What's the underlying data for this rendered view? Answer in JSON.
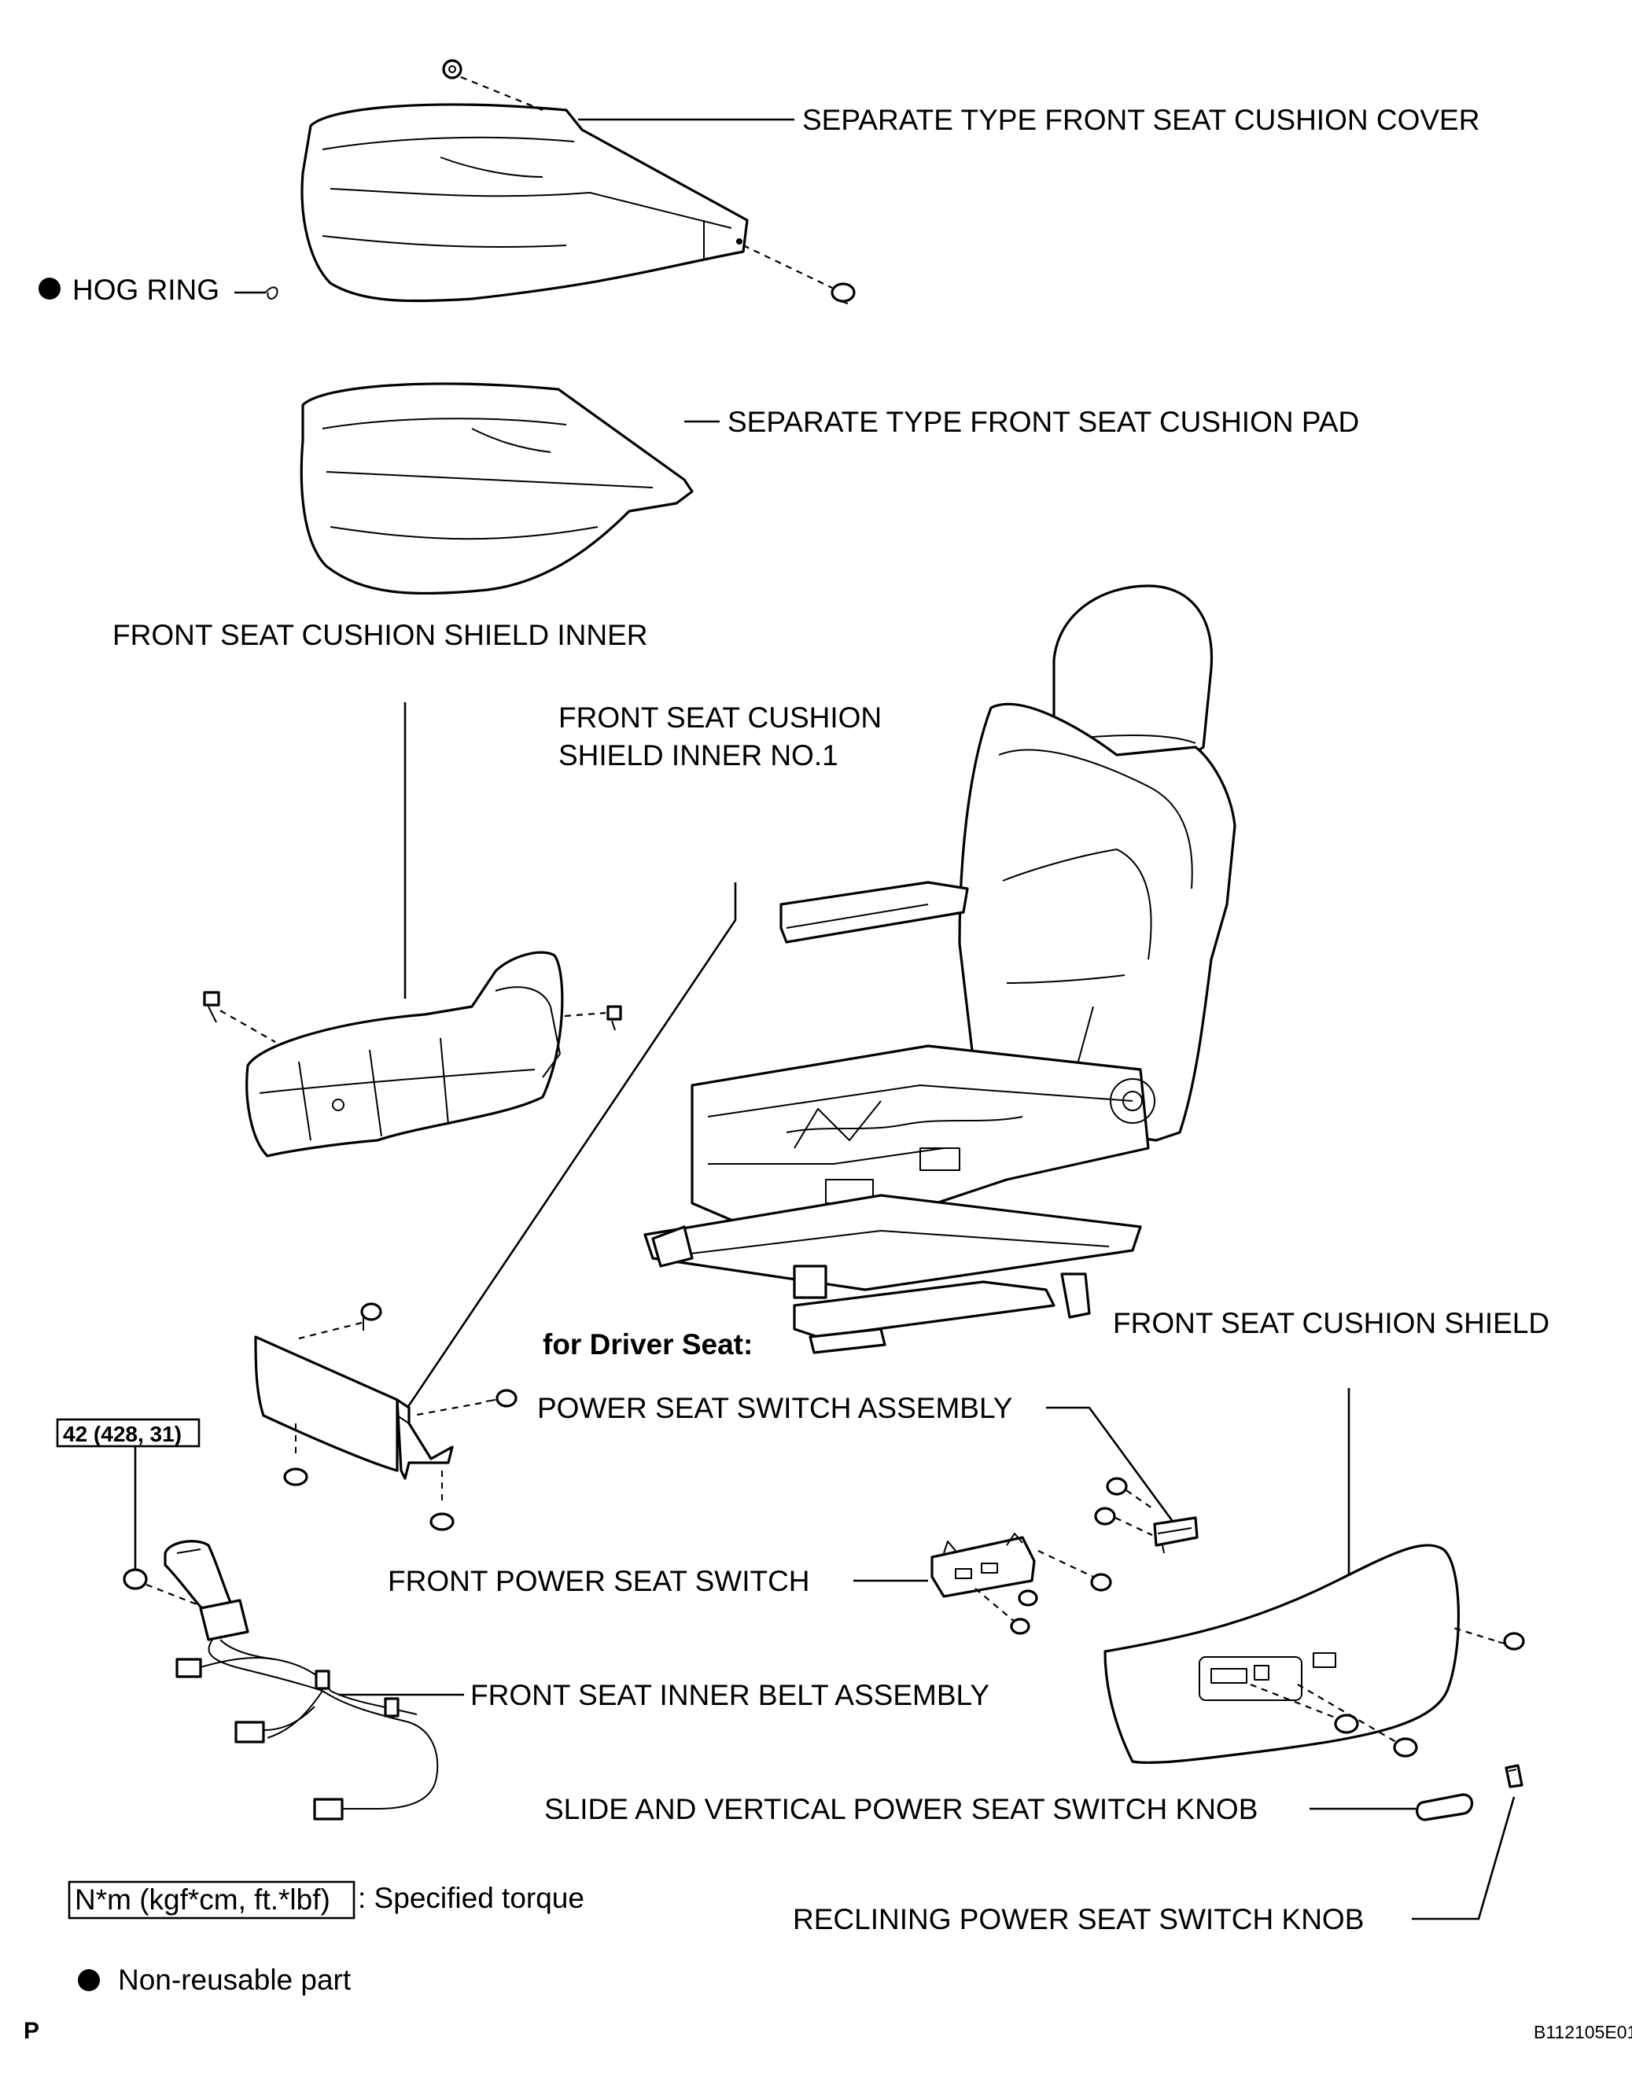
{
  "labels": {
    "cushion_cover": "SEPARATE TYPE FRONT SEAT CUSHION COVER",
    "hog_ring": "HOG RING",
    "cushion_pad": "SEPARATE TYPE FRONT SEAT CUSHION PAD",
    "shield_inner": "FRONT SEAT CUSHION SHIELD INNER",
    "shield_inner_no1_line1": "FRONT SEAT CUSHION",
    "shield_inner_no1_line2": "SHIELD INNER NO.1",
    "for_driver_seat": "for Driver Seat:",
    "cushion_shield": "FRONT SEAT CUSHION SHIELD",
    "power_seat_switch_assembly": "POWER SEAT SWITCH ASSEMBLY",
    "front_power_seat_switch": "FRONT POWER SEAT SWITCH",
    "inner_belt_assembly": "FRONT SEAT INNER BELT ASSEMBLY",
    "slide_vertical_knob": "SLIDE AND VERTICAL POWER SEAT SWITCH KNOB",
    "reclining_knob": "RECLINING POWER SEAT SWITCH KNOB"
  },
  "torque": {
    "value": "42 (428, 31)"
  },
  "legend": {
    "torque_box": "N*m (kgf*cm, ft.*lbf)",
    "torque_text": ": Specified torque",
    "nonreusable_text": "Non-reusable part"
  },
  "footer": {
    "left_mark": "P",
    "figure_id": "B112105E01"
  }
}
